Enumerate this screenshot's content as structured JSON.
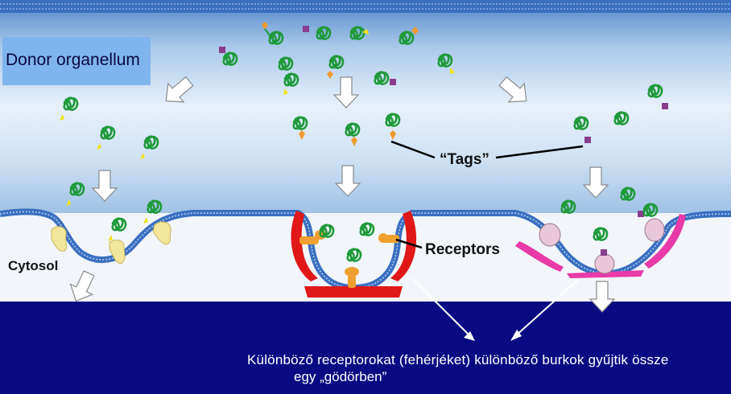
{
  "labels": {
    "donor": "Donor organellum",
    "tags": "“Tags”",
    "receptors": "Receptors",
    "cytosol": "Cytosol"
  },
  "caption": {
    "line1": "Különböző receptorokat (fehérjéket) különböző burkok gyűjtik össze",
    "line2": "egy „gödörben”"
  },
  "colors": {
    "background": "#0a0a82",
    "membrane": "#3a6fc0",
    "protein": "#1f9a3a",
    "tag_yellow": "#f2e21a",
    "tag_orange": "#f09a30",
    "tag_purple": "#8a3c8e",
    "coat_red": "#e01818",
    "coat_magenta": "#e83aa8",
    "receptor_yellow": "#f3e59a",
    "receptor_orange": "#f0a030",
    "receptor_pink": "#e8c8d8"
  }
}
